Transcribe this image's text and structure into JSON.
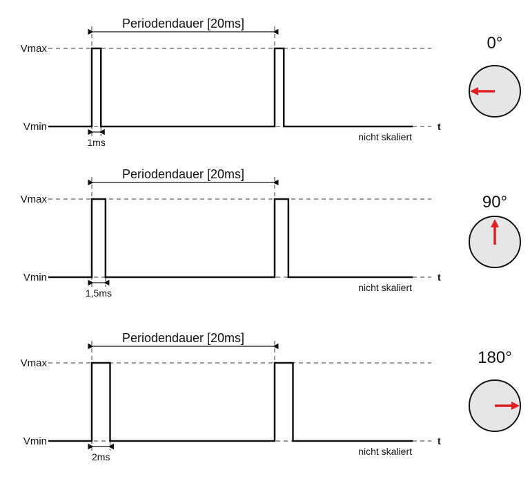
{
  "labels": {
    "vmax": "Vmax",
    "vmin": "Vmin",
    "period": "Periodendauer [20ms]",
    "t_axis": "t",
    "note": "nicht skaliert"
  },
  "panels": [
    {
      "pulse_width_label": "1ms",
      "pulse_width_ms": 1.0,
      "angle_label": "0°",
      "angle_deg": 0,
      "arrow_direction": "left"
    },
    {
      "pulse_width_label": "1,5ms",
      "pulse_width_ms": 1.5,
      "angle_label": "90°",
      "angle_deg": 90,
      "arrow_direction": "up"
    },
    {
      "pulse_width_label": "2ms",
      "pulse_width_ms": 2.0,
      "angle_label": "180°",
      "angle_deg": 180,
      "arrow_direction": "right"
    }
  ],
  "period_ms": 20,
  "colors": {
    "arrow": "#e02020",
    "dial_fill": "#e6e6e6",
    "signal": "#111111"
  }
}
